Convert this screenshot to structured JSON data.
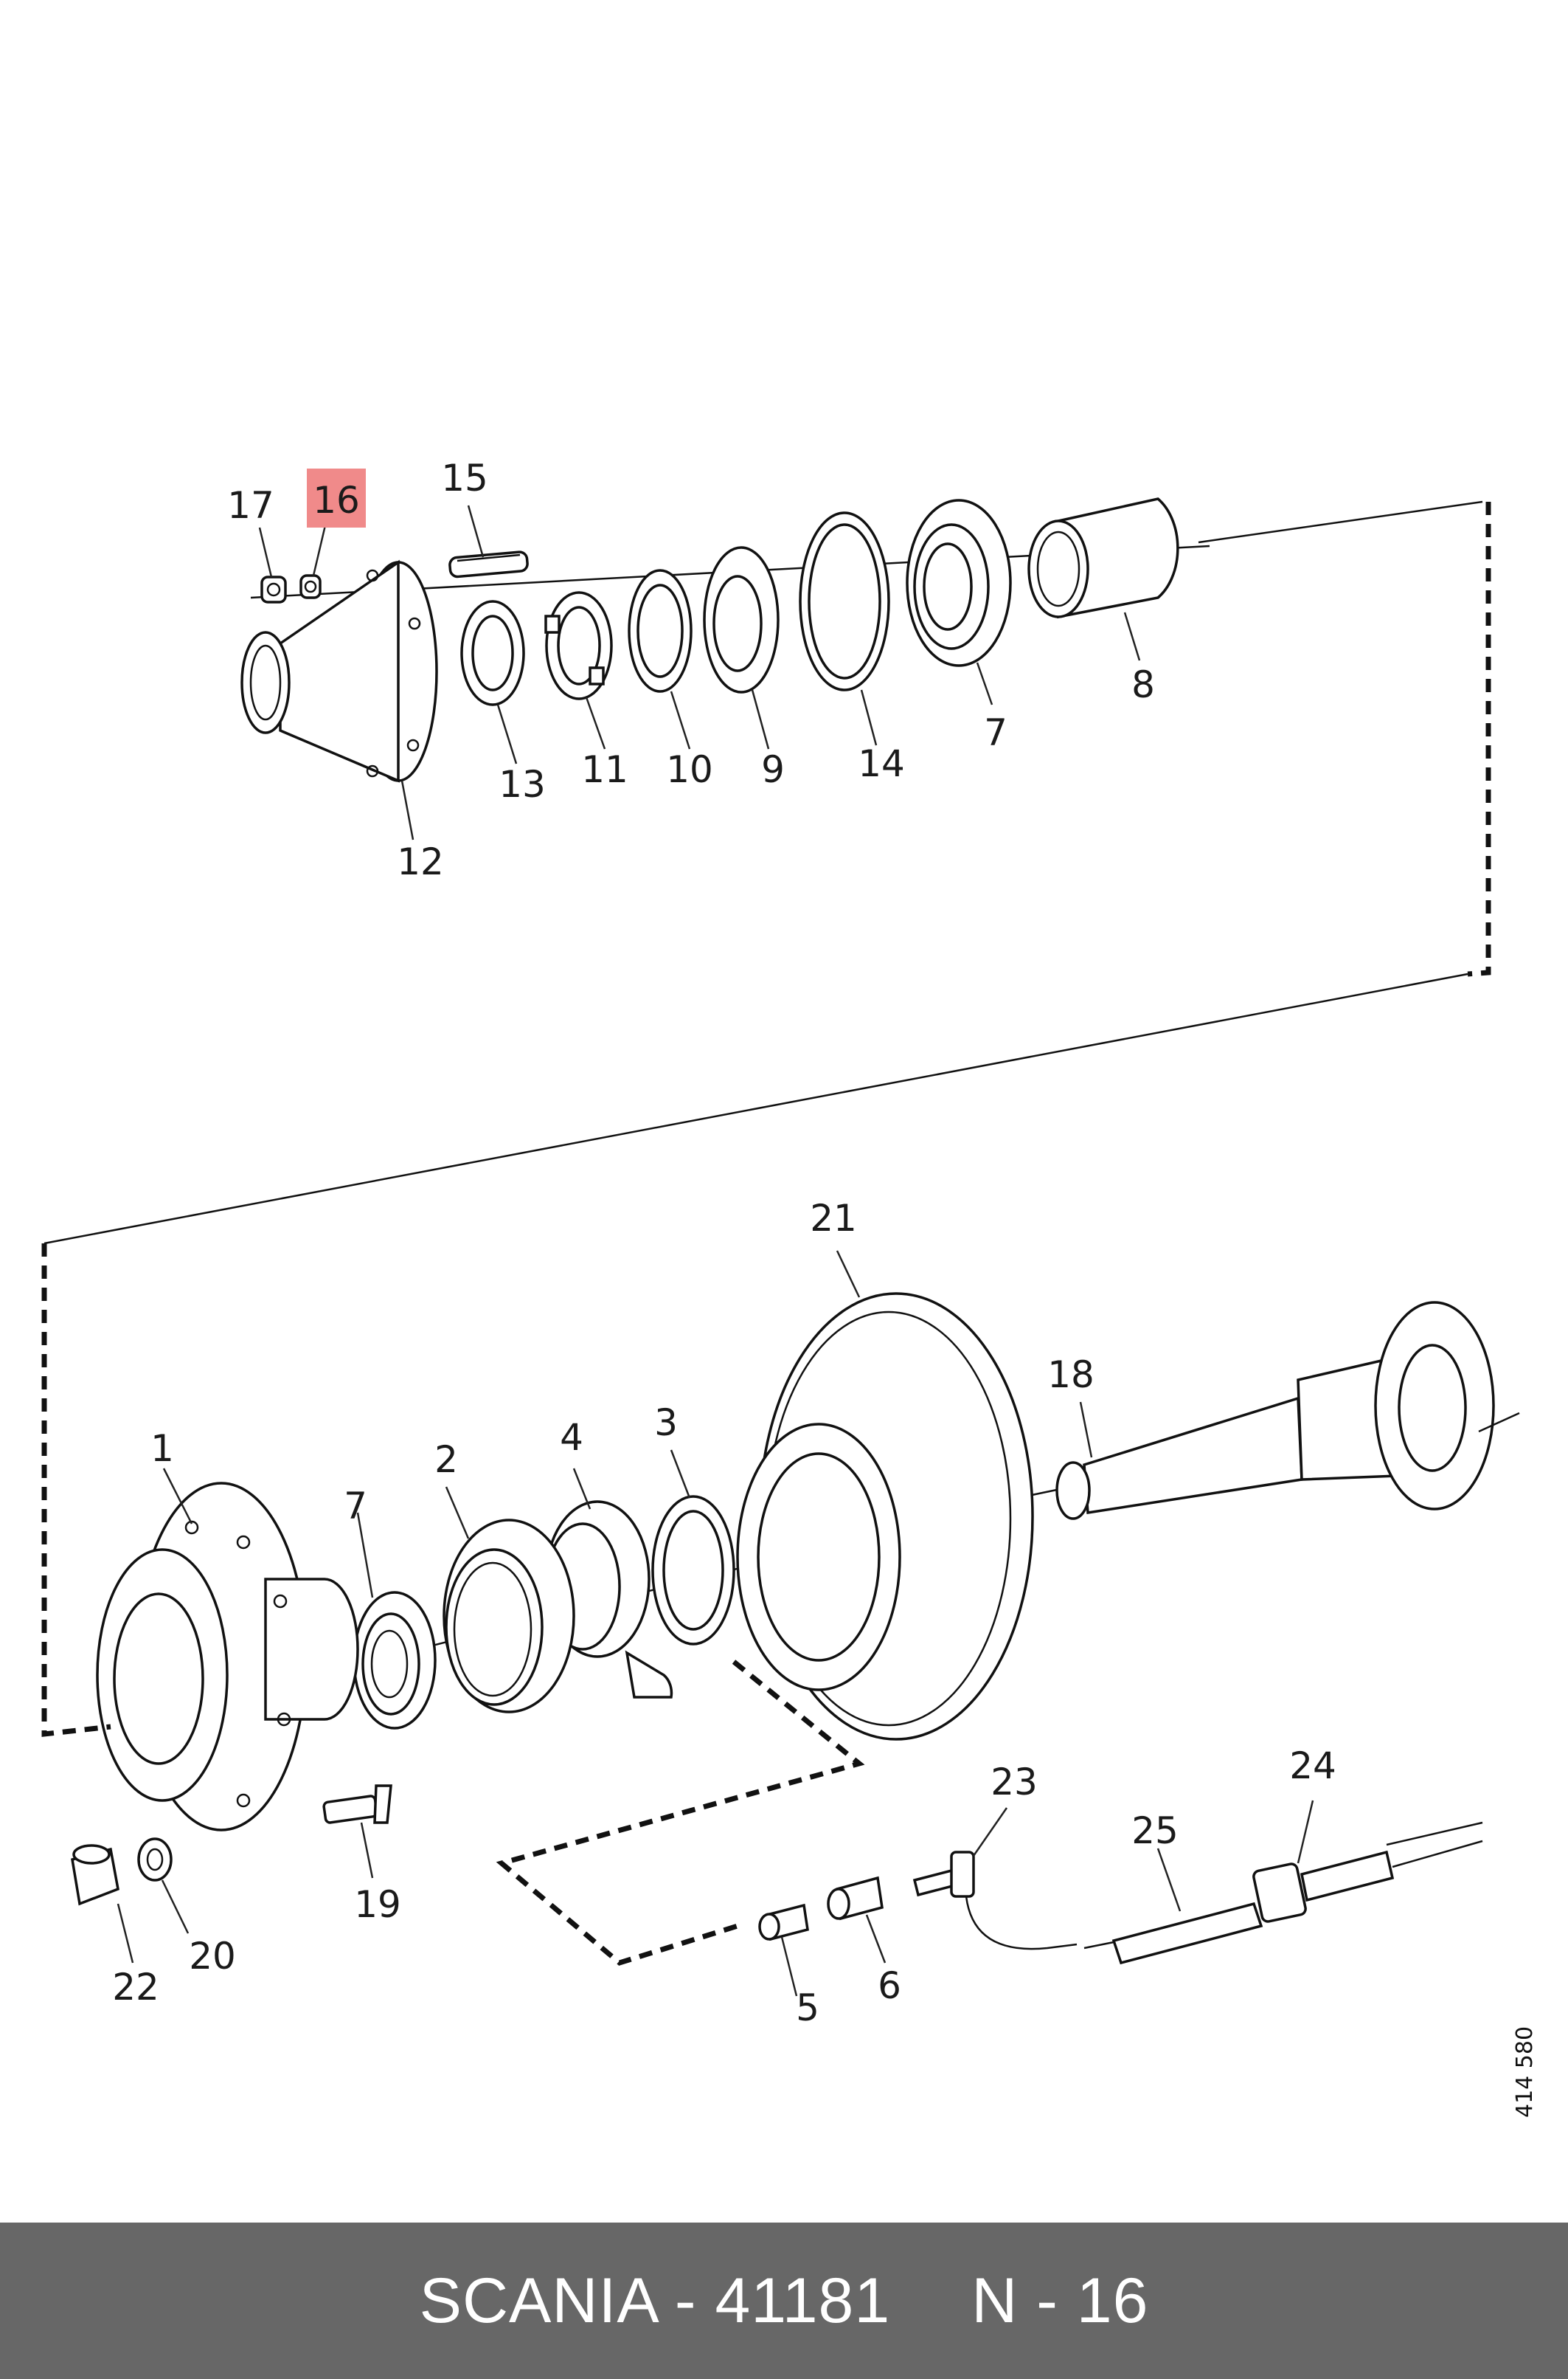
{
  "drawing": {
    "reference_number": "414 580",
    "highlighted_callout": "16",
    "highlight_color": "#f08a8a",
    "callouts": {
      "c1": "1",
      "c2": "2",
      "c3": "3",
      "c4": "4",
      "c5": "5",
      "c6": "6",
      "c7a": "7",
      "c7b": "7",
      "c8": "8",
      "c9": "9",
      "c10": "10",
      "c11": "11",
      "c12": "12",
      "c13": "13",
      "c14": "14",
      "c15": "15",
      "c16": "16",
      "c17": "17",
      "c18": "18",
      "c19": "19",
      "c20": "20",
      "c21": "21",
      "c22": "22",
      "c23": "23",
      "c24": "24",
      "c25": "25"
    }
  },
  "footer": {
    "brand_part": "SCANIA - 41181",
    "position": "N - 16",
    "background": "#676767"
  }
}
